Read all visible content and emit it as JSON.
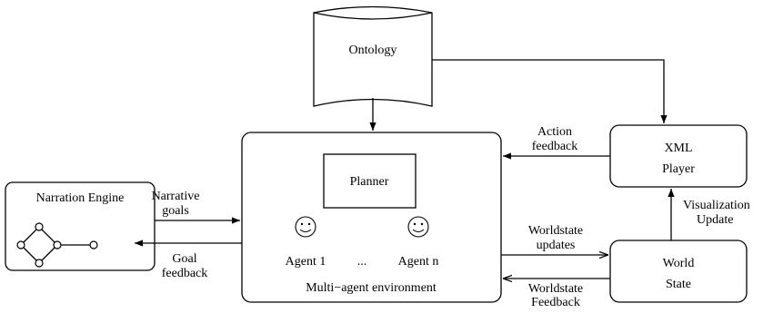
{
  "ontology": {
    "label": "Ontology"
  },
  "narration_engine": {
    "label": "Narration Engine"
  },
  "environment": {
    "label": "Multi−agent environment",
    "planner_label": "Planner",
    "agent_first_label": "Agent 1",
    "agent_ellipsis": "...",
    "agent_last_label": "Agent n"
  },
  "xml_player": {
    "line1": "XML",
    "line2": "Player"
  },
  "world_state": {
    "line1": "World",
    "line2": "State"
  },
  "edges": {
    "narrative_goals": [
      "Narrative",
      "goals"
    ],
    "goal_feedback": [
      "Goal",
      "feedback"
    ],
    "action_feedback": [
      "Action",
      "feedback"
    ],
    "worldstate_updates": [
      "Worldstate",
      "updates"
    ],
    "worldstate_feedback": [
      "Worldstate",
      "Feedback"
    ],
    "visualization_update": [
      "Visualization",
      "Update"
    ]
  }
}
